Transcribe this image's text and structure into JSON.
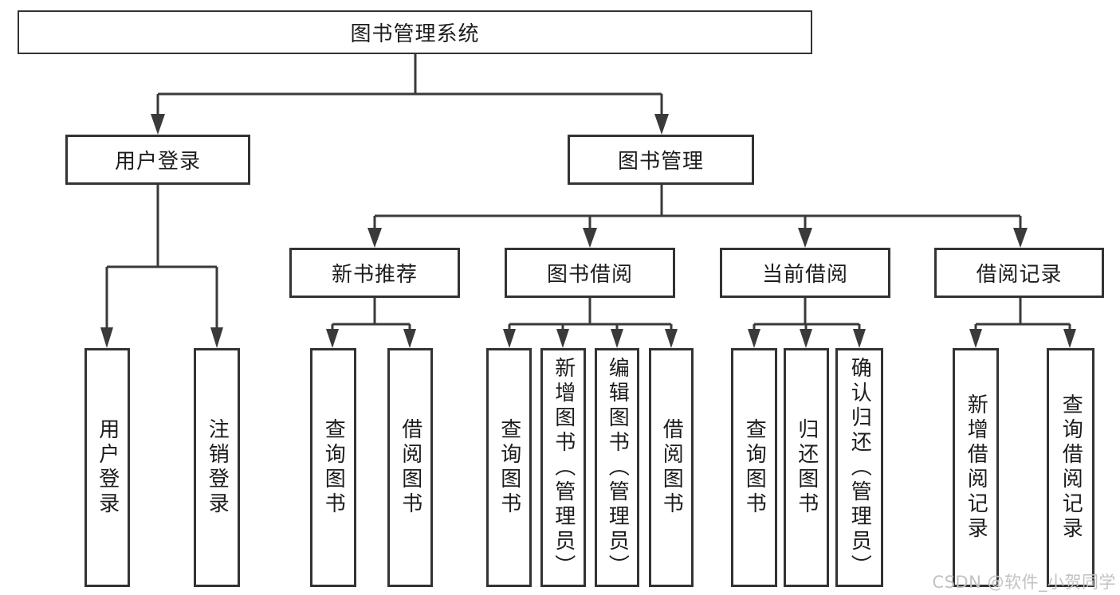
{
  "page": {
    "background": "#ffffff"
  },
  "diagram": {
    "type": "hierarchy-tree",
    "title": "图书管理系统",
    "line_color": "#3a3a3a",
    "box_border_color": "#333333",
    "box_fill_color": "#ffffff",
    "text_color": "#1c1c1c"
  },
  "nodes": {
    "root": {
      "label": "图书管理系统"
    },
    "user_login": {
      "label": "用户登录"
    },
    "book_mgmt": {
      "label": "图书管理"
    },
    "ul_login": {
      "label": "用户登录"
    },
    "ul_logout": {
      "label": "注销登录"
    },
    "new_rec": {
      "label": "新书推荐"
    },
    "borrow": {
      "label": "图书借阅"
    },
    "current": {
      "label": "当前借阅"
    },
    "record": {
      "label": "借阅记录"
    },
    "nr_query": {
      "label": "查询图书"
    },
    "nr_borrow": {
      "label": "借阅图书"
    },
    "b_query": {
      "label": "查询图书"
    },
    "b_add": {
      "label": "新增图书（管理员）"
    },
    "b_edit": {
      "label": "编辑图书（管理员）"
    },
    "b_borrow": {
      "label": "借阅图书"
    },
    "c_query": {
      "label": "查询图书"
    },
    "c_return": {
      "label": "归还图书"
    },
    "c_confirm": {
      "label": "确认归还（管理员）"
    },
    "r_add": {
      "label": "新增借阅记录"
    },
    "r_query": {
      "label": "查询借阅记录"
    }
  },
  "hierarchy": {
    "图书管理系统": {
      "用户登录": [
        "用户登录",
        "注销登录"
      ],
      "图书管理": {
        "新书推荐": [
          "查询图书",
          "借阅图书"
        ],
        "图书借阅": [
          "查询图书",
          "新增图书（管理员）",
          "编辑图书（管理员）",
          "借阅图书"
        ],
        "当前借阅": [
          "查询图书",
          "归还图书",
          "确认归还（管理员）"
        ],
        "借阅记录": [
          "新增借阅记录",
          "查询借阅记录"
        ]
      }
    }
  },
  "watermark": {
    "text": "CSDN @软件_小贺同学",
    "color": "#c2c2c2"
  }
}
